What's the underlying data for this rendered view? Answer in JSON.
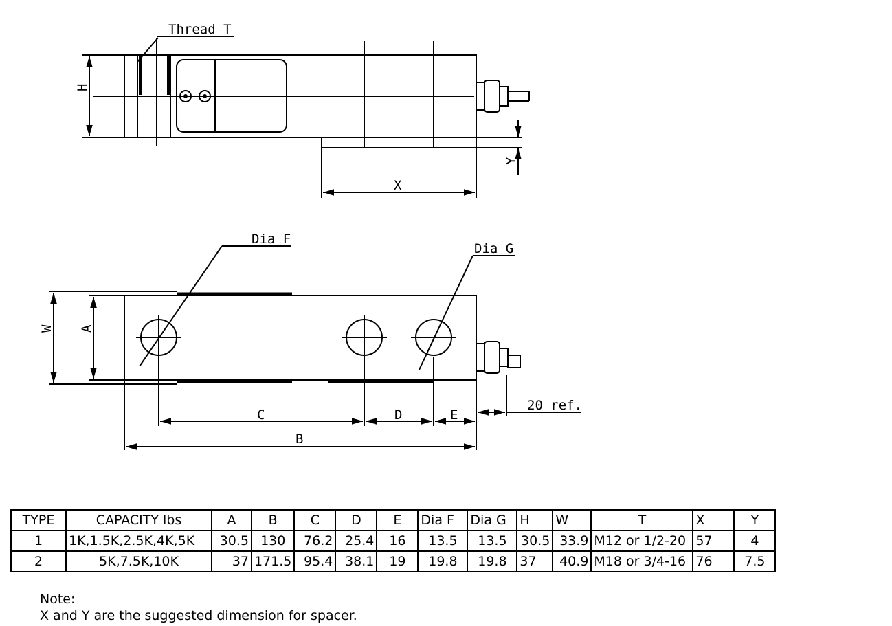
{
  "labels": {
    "thread": "Thread  T",
    "h": "H",
    "x": "X",
    "y": "Y",
    "dia_f": "Dia  F",
    "dia_g": "Dia  G",
    "w": "W",
    "a": "A",
    "c": "C",
    "d": "D",
    "e": "E",
    "b": "B",
    "ref": "20  ref."
  },
  "table": {
    "headers": [
      "TYPE",
      "CAPACITY  lbs",
      "A",
      "B",
      "C",
      "D",
      "E",
      "Dia  F",
      "Dia  G",
      "H",
      "W",
      "T",
      "X",
      "Y"
    ],
    "rows": [
      [
        "1",
        "1K,1.5K,2.5K,4K,5K",
        "30.5",
        "130",
        "76.2",
        "25.4",
        "16",
        "13.5",
        "13.5",
        "30.5",
        "33.9",
        "M12  or  1/2-20",
        "57",
        "4"
      ],
      [
        "2",
        "5K,7.5K,10K",
        "37",
        "171.5",
        "95.4",
        "38.1",
        "19",
        "19.8",
        "19.8",
        "37",
        "40.9",
        "M18  or  3/4-16",
        "76",
        "7.5"
      ]
    ]
  },
  "note": {
    "title": "Note:",
    "text": "X  and  Y  are  the  suggested  dimension  for  spacer."
  }
}
